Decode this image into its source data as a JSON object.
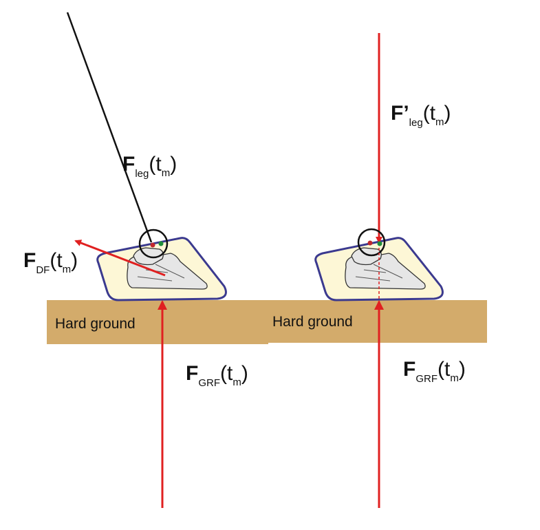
{
  "colors": {
    "ground": "#d3ab6b",
    "hoof_fill": "#fdf7d6",
    "hoof_outline": "#3b3a8f",
    "bone_fill": "#e6e6e6",
    "force_red": "#e02020",
    "leg_black": "#111111",
    "dot_red": "#c0282d",
    "dot_green": "#1f8f3a"
  },
  "ground": {
    "left_label": "Hard ground",
    "right_label": "Hard ground"
  },
  "left_panel": {
    "leg_force": {
      "symbol": "F",
      "subscript": "leg",
      "arg_open": "(t",
      "arg_sub": "m",
      "arg_close": ")"
    },
    "df_force": {
      "symbol": "F",
      "subscript": "DF",
      "arg_open": "(t",
      "arg_sub": "m",
      "arg_close": ")"
    },
    "grf_force": {
      "symbol": "F",
      "subscript": "GRF",
      "arg_open": "(t",
      "arg_sub": "m",
      "arg_close": ")"
    }
  },
  "right_panel": {
    "leg_force": {
      "symbol": "F’",
      "subscript": "leg",
      "arg_open": "(t",
      "arg_sub": "m",
      "arg_close": ")"
    },
    "grf_force": {
      "symbol": "F",
      "subscript": "GRF",
      "arg_open": "(t",
      "arg_sub": "m",
      "arg_close": ")"
    }
  }
}
